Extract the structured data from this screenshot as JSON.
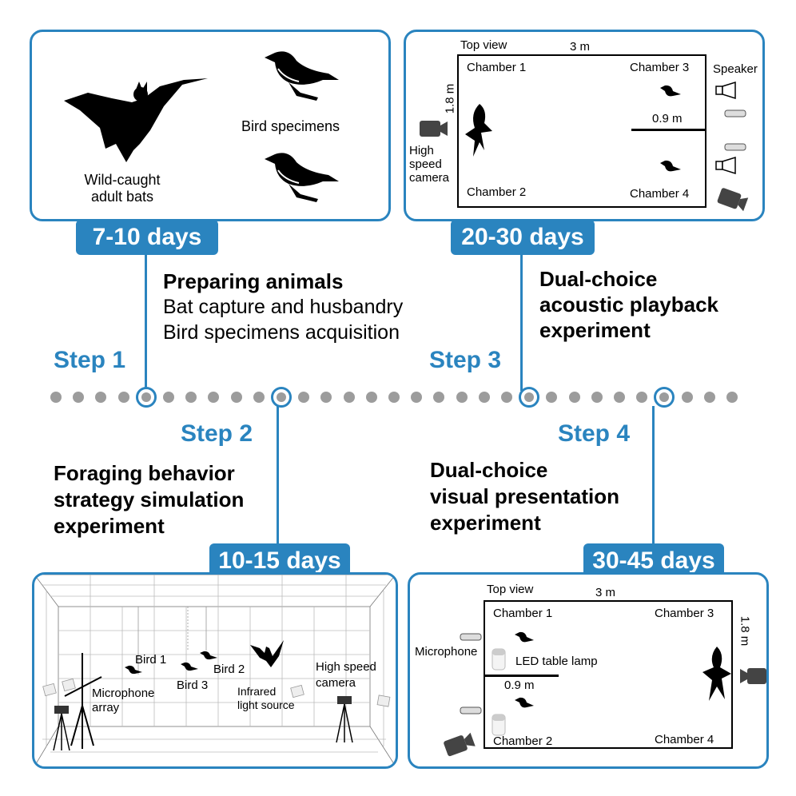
{
  "colors": {
    "accent": "#2a84bf",
    "dot": "#9c9c9c"
  },
  "panel1": {
    "bats_label_1": "Wild-caught",
    "bats_label_2": "adult bats",
    "birds_label": "Bird specimens",
    "badge": "7-10 days"
  },
  "panel3": {
    "top_view": "Top view",
    "width": "3 m",
    "height": "1.8 m",
    "chamber1": "Chamber 1",
    "chamber2": "Chamber 2",
    "chamber3": "Chamber 3",
    "chamber4": "Chamber 4",
    "speaker": "Speaker",
    "divider": "0.9 m",
    "camera_1": "High",
    "camera_2": "speed",
    "camera_3": "camera",
    "badge": "20-30 days"
  },
  "panel2": {
    "bird1": "Bird 1",
    "bird2": "Bird 2",
    "bird3": "Bird 3",
    "mic_1": "Microphone",
    "mic_2": "array",
    "ir_1": "Infrared",
    "ir_2": "light source",
    "cam_1": "High speed",
    "cam_2": "camera",
    "badge": "10-15 days"
  },
  "panel4": {
    "top_view": "Top view",
    "width": "3 m",
    "height": "1.8 m",
    "chamber1": "Chamber 1",
    "chamber2": "Chamber 2",
    "chamber3": "Chamber 3",
    "chamber4": "Chamber 4",
    "microphone": "Microphone",
    "lamp": "LED table lamp",
    "divider": "0.9 m",
    "badge": "30-45 days"
  },
  "steps": {
    "step1": {
      "label": "Step 1",
      "title": "Preparing animals",
      "line1": "Bat capture and husbandry",
      "line2": "Bird specimens acquisition"
    },
    "step2": {
      "label": "Step 2",
      "line1": "Foraging behavior",
      "line2": "strategy simulation",
      "line3": "experiment"
    },
    "step3": {
      "label": "Step 3",
      "line1": "Dual-choice",
      "line2": "acoustic playback",
      "line3": "experiment"
    },
    "step4": {
      "label": "Step 4",
      "line1": "Dual-choice",
      "line2": "visual presentation",
      "line3": "experiment"
    }
  }
}
